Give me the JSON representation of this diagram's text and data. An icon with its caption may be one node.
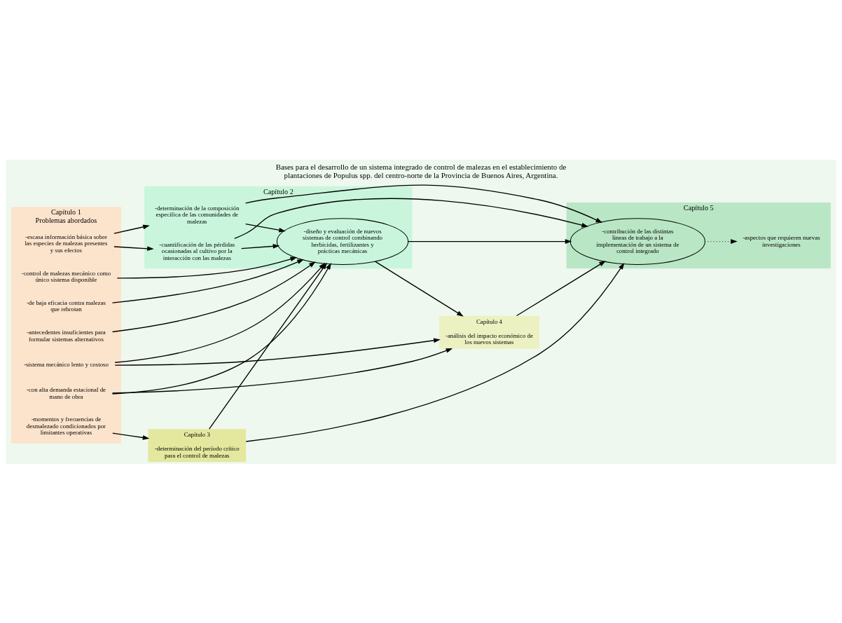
{
  "diagram": {
    "title": "Bases para el desarrollo de un sistema integrado de control de malezas en el establecimiento de plantaciones de Populus spp. del centro-norte de la Provincia de Buenos Aires, Argentina.",
    "nodes": [
      {
        "text": [
          "Capítulo 1",
          "Problemas abordados"
        ]
      },
      {
        "text": [
          "-escasa información básica sobre las especies de malezas presentes y sus efectos"
        ],
        "in": 0
      },
      {
        "text": [
          "-control de malezas mecánico como único sistema disponible"
        ],
        "in": 0
      },
      {
        "text": [
          "-de baja eficacia contra malezas que rebrotan"
        ],
        "in": 0
      },
      {
        "text": [
          "-antecedentes insuficientes para formular sistemas alternativos"
        ],
        "in": 0
      },
      {
        "text": [
          "-sistema mecánico lento y costoso"
        ],
        "in": 0
      },
      {
        "text": [
          "-con alta demanda estacional de mano de obra"
        ],
        "in": 0
      },
      {
        "text": [
          "-momentos y frecuencias de desmalezado condicionados por limitantes operativas"
        ],
        "in": 0
      },
      {
        "text": [
          "Capítulo 2"
        ]
      },
      {
        "text": [
          "-determinación de la composición específica de las comunidades de malezas"
        ],
        "in": 8
      },
      {
        "text": [
          "-cuantificación de las pérdidas ocasionadas al cultivo por la interacción con las malezas"
        ],
        "in": 8
      },
      {
        "text": [
          "-diseño y evaluación de nuevos sistemas de control combinando herbicidas, fertilizantes y prácticas mecánicas"
        ],
        "in": 8
      },
      {
        "text": [
          "Capítulo 3",
          "-determinación del período crítico para el control de malezas"
        ]
      },
      {
        "text": [
          "Capítulo 4",
          "-análisis del impacto económico de los nuevos sistemas"
        ]
      },
      {
        "text": [
          "Capítulo 5"
        ]
      },
      {
        "text": [
          "-contribución de las distintas lineas de trabajo a la implementación de un sistema de control integrado"
        ],
        "in": 14
      },
      {
        "text": [
          "-aspectos que requieren nuevas investigaciones"
        ],
        "in": 14
      }
    ],
    "edges": [
      {
        "from": 1,
        "to": 9,
        "arrow": "to"
      },
      {
        "from": 1,
        "to": 10,
        "arrow": "to"
      },
      {
        "from": 9,
        "to": 11,
        "arrow": "to"
      },
      {
        "from": 10,
        "to": 11,
        "arrow": "to"
      },
      {
        "from": 9,
        "to": 15,
        "arrow": "to"
      },
      {
        "from": 10,
        "to": 15,
        "arrow": "to"
      },
      {
        "from": 2,
        "to": 11,
        "arrow": "to"
      },
      {
        "from": 3,
        "to": 11,
        "arrow": "to"
      },
      {
        "from": 4,
        "to": 11,
        "arrow": "to"
      },
      {
        "from": 5,
        "to": 11,
        "arrow": "to"
      },
      {
        "from": 6,
        "to": 11,
        "arrow": "to"
      },
      {
        "from": 5,
        "to": 13,
        "arrow": "to"
      },
      {
        "from": 6,
        "to": 13,
        "arrow": "to"
      },
      {
        "from": 7,
        "to": 12,
        "arrow": "to"
      },
      {
        "from": 11,
        "to": 15,
        "arrow": "to"
      },
      {
        "from": 11,
        "to": 13,
        "arrow": "to"
      },
      {
        "from": 12,
        "to": 11,
        "arrow": "to"
      },
      {
        "from": 12,
        "to": 15,
        "arrow": "to"
      },
      {
        "from": 13,
        "to": 15,
        "arrow": "to"
      },
      {
        "from": 15,
        "to": 16,
        "arrow": "to",
        "style": "dashed"
      }
    ]
  }
}
